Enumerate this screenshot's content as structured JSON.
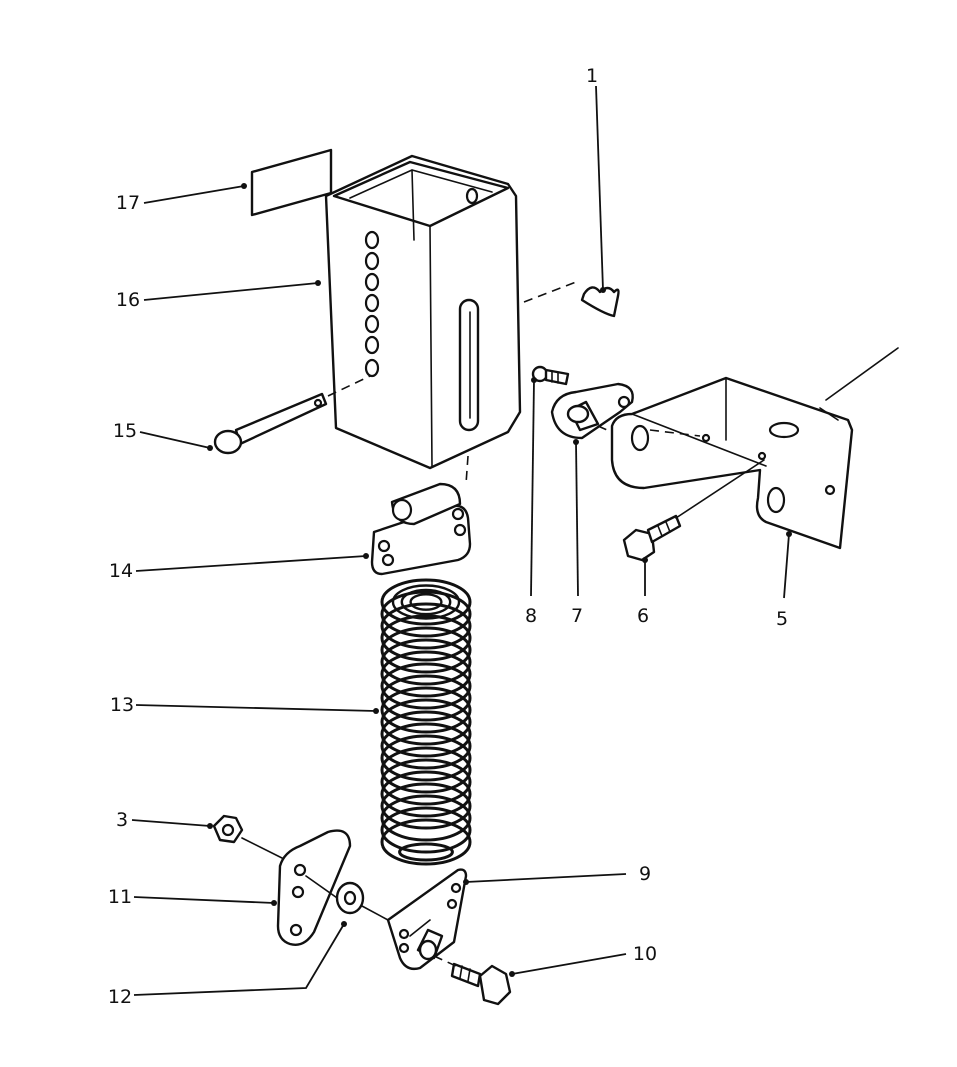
{
  "callouts": [
    {
      "id": "1",
      "text": "1"
    },
    {
      "id": "3",
      "text": "3"
    },
    {
      "id": "5",
      "text": "5"
    },
    {
      "id": "6",
      "text": "6"
    },
    {
      "id": "7",
      "text": "7"
    },
    {
      "id": "8",
      "text": "8"
    },
    {
      "id": "9",
      "text": "9"
    },
    {
      "id": "10",
      "text": "10"
    },
    {
      "id": "11",
      "text": "11"
    },
    {
      "id": "12",
      "text": "12"
    },
    {
      "id": "13",
      "text": "13"
    },
    {
      "id": "14",
      "text": "14"
    },
    {
      "id": "15",
      "text": "15"
    },
    {
      "id": "16",
      "text": "16"
    },
    {
      "id": "17",
      "text": "17"
    }
  ]
}
